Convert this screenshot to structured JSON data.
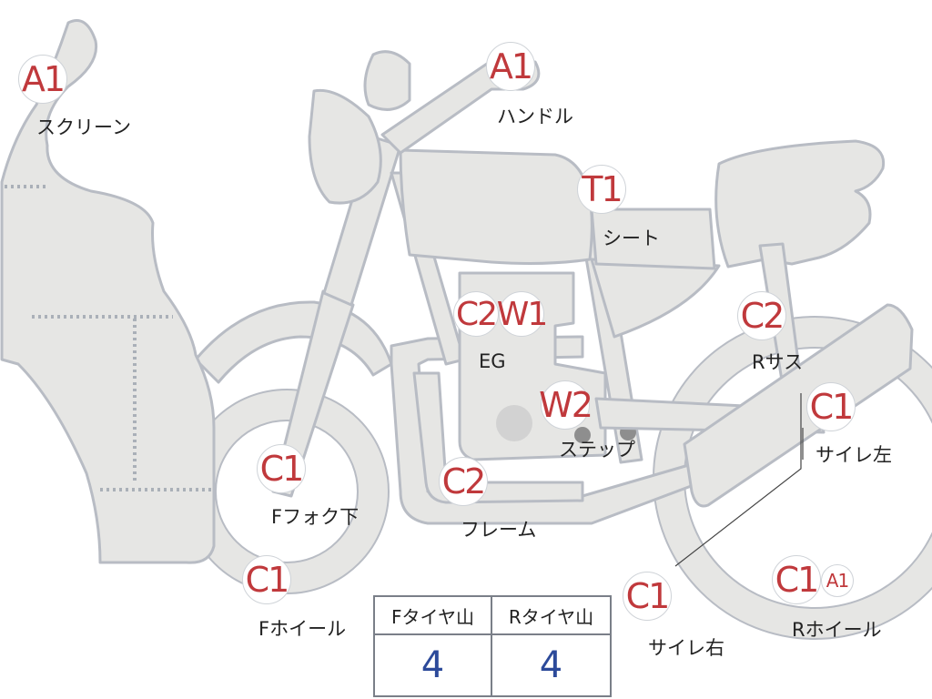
{
  "parts": [
    {
      "id": "screen",
      "grade": "A1",
      "label": "スクリーン"
    },
    {
      "id": "handle",
      "grade": "A1",
      "label": "ハンドル"
    },
    {
      "id": "seat",
      "grade": "T1",
      "label": "シート"
    },
    {
      "id": "engine",
      "grade_left": "C2",
      "grade_right": "W1",
      "label": "EG"
    },
    {
      "id": "rear-sus",
      "grade": "C2",
      "label": "Rサス"
    },
    {
      "id": "step",
      "grade": "W2",
      "label": "ステップ"
    },
    {
      "id": "muffler-left",
      "grade": "C1",
      "label": "サイレ左"
    },
    {
      "id": "front-fork",
      "grade": "C1",
      "label": "Fフォク下"
    },
    {
      "id": "frame",
      "grade": "C2",
      "label": "フレーム"
    },
    {
      "id": "front-wheel",
      "grade": "C1",
      "label": "Fホイール"
    },
    {
      "id": "muffler-right",
      "grade": "C1",
      "label": "サイレ右"
    },
    {
      "id": "rear-wheel",
      "grade": "C1",
      "grade_small": "A1",
      "label": "Rホイール"
    }
  ],
  "tire_table": {
    "headers": [
      "Fタイヤ山",
      "Rタイヤ山"
    ],
    "values": [
      "4",
      "4"
    ]
  },
  "colors": {
    "grade_text": "#c0393c",
    "tire_value": "#2c4a9a",
    "body_fill": "#e6e6e4",
    "outline": "#b8bcc4"
  }
}
